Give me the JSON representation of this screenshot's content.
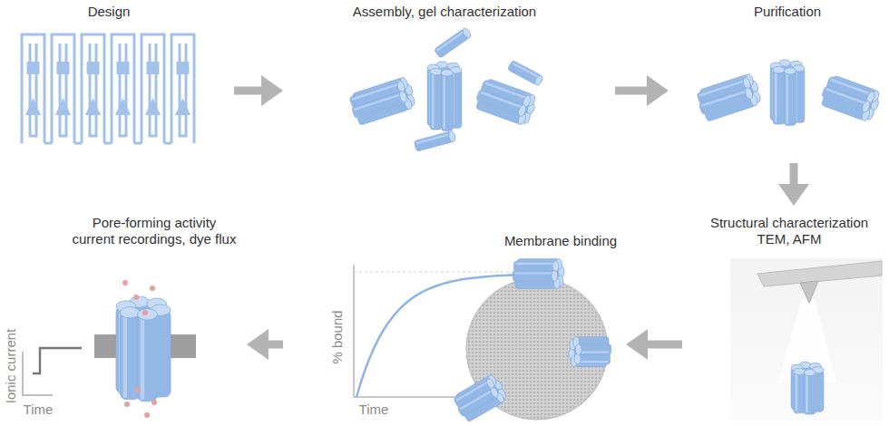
{
  "diagram": {
    "nodes": [
      {
        "text": [
          "Design"
        ]
      },
      {
        "text": [
          "Assembly, gel characterization"
        ]
      },
      {
        "text": [
          "Purification"
        ]
      },
      {
        "text": [
          "Structural characterization TEM, AFM"
        ]
      },
      {
        "text": [
          "Membrane binding"
        ]
      },
      {
        "text": [
          "Pore-forming activity current recordings, dye flux"
        ]
      }
    ],
    "edges": [
      {
        "from": 0,
        "to": 1,
        "arrow": "to"
      },
      {
        "from": 1,
        "to": 2,
        "arrow": "to"
      },
      {
        "from": 2,
        "to": 3,
        "arrow": "to"
      },
      {
        "from": 3,
        "to": 4,
        "arrow": "to"
      },
      {
        "from": 4,
        "to": 5,
        "arrow": "to"
      }
    ],
    "labels": [
      "Ionic current",
      "Time",
      "% bound",
      "Time"
    ]
  }
}
